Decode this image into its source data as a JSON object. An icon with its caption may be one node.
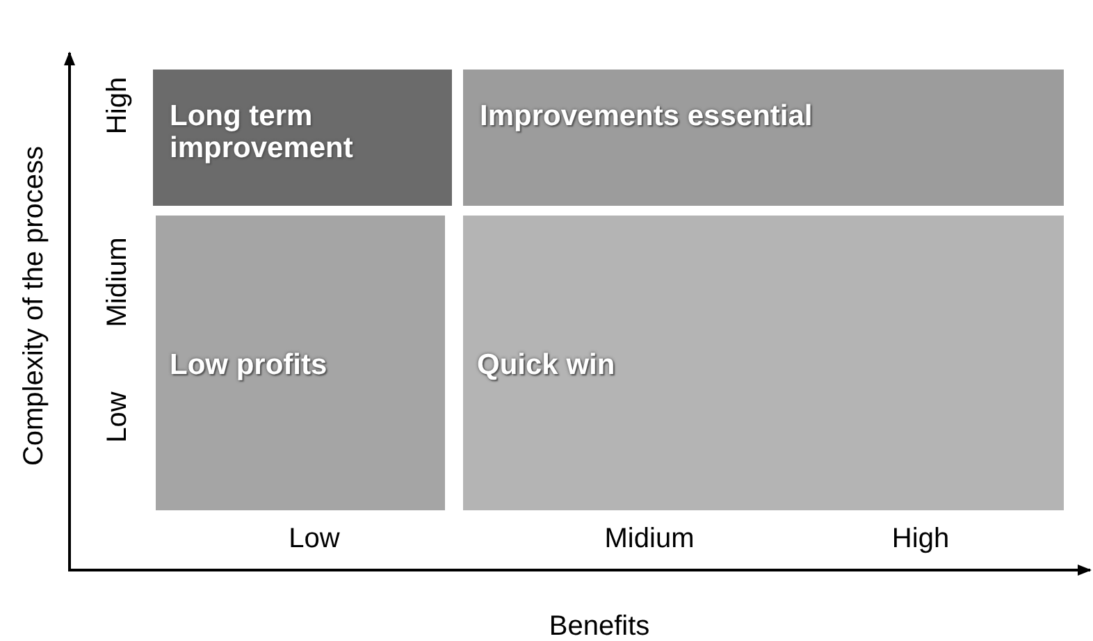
{
  "diagram": {
    "nodes": [
      {
        "text": [
          "Long term improvement"
        ]
      },
      {
        "text": [
          "Improvements essential"
        ]
      },
      {
        "text": [
          "Low profits"
        ]
      },
      {
        "text": [
          "Quick win"
        ]
      }
    ],
    "labels": [
      "Complexity of the process",
      "High",
      "Midium",
      "Low",
      "Low",
      "Midium",
      "High",
      "Benefits"
    ]
  }
}
